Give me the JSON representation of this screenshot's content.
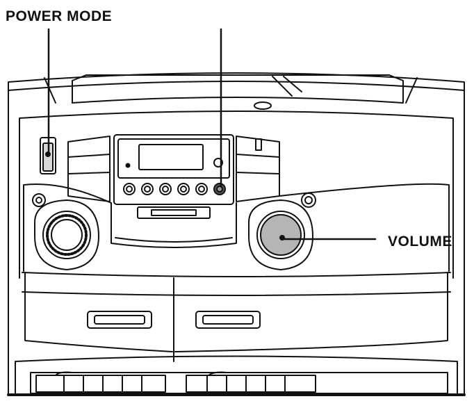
{
  "labels": {
    "power_mode": "POWER MODE",
    "volume": "VOLUME"
  },
  "colors": {
    "line": "#111111",
    "knob_fill": "#b5b5b5",
    "background": "#ffffff"
  },
  "icons": {
    "power_mode_switch": "slide-switch",
    "volume_knob": "rotary-knob",
    "tuning_knob": "rotary-knob"
  }
}
